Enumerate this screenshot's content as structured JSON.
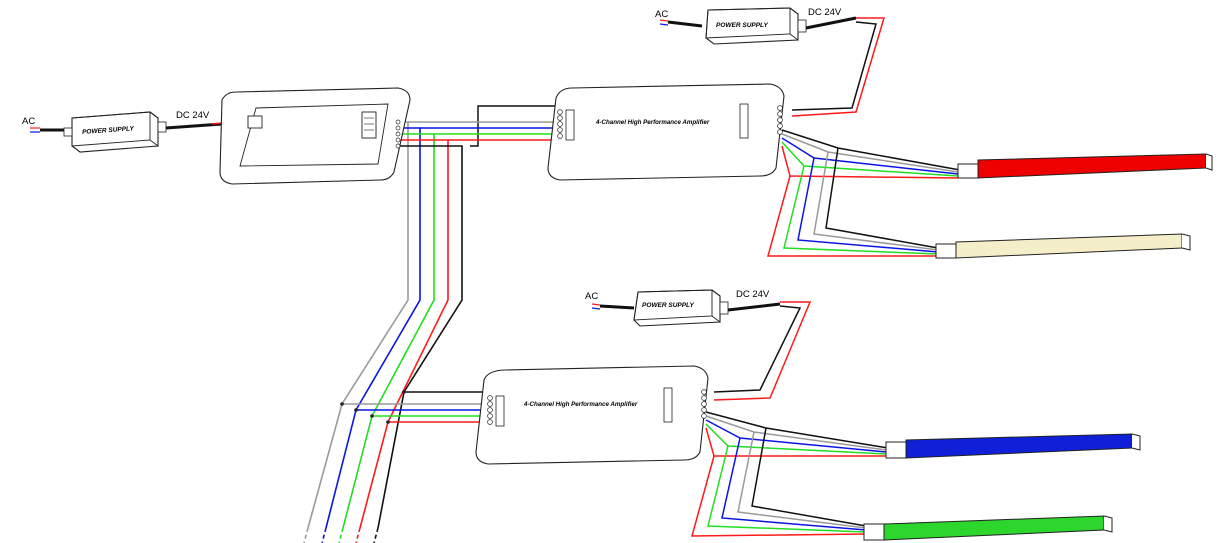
{
  "labels": {
    "ac": "AC",
    "dc": "DC 24V",
    "power_supply": "POWER SUPPLY",
    "amplifier": "4-Channel High Performance Amplifier"
  },
  "colors": {
    "red": "#ff1a1a",
    "green": "#22dd22",
    "blue": "#0a14e6",
    "gray": "#9a9a9a",
    "black": "#111111",
    "strip_red": "#ee0000",
    "strip_warm": "#f4efc8",
    "strip_blue": "#1020d8",
    "strip_green": "#2cd62c"
  },
  "icons": {
    "ac_plug": "ac-plug-icon",
    "terminal": "terminal-block-icon"
  }
}
